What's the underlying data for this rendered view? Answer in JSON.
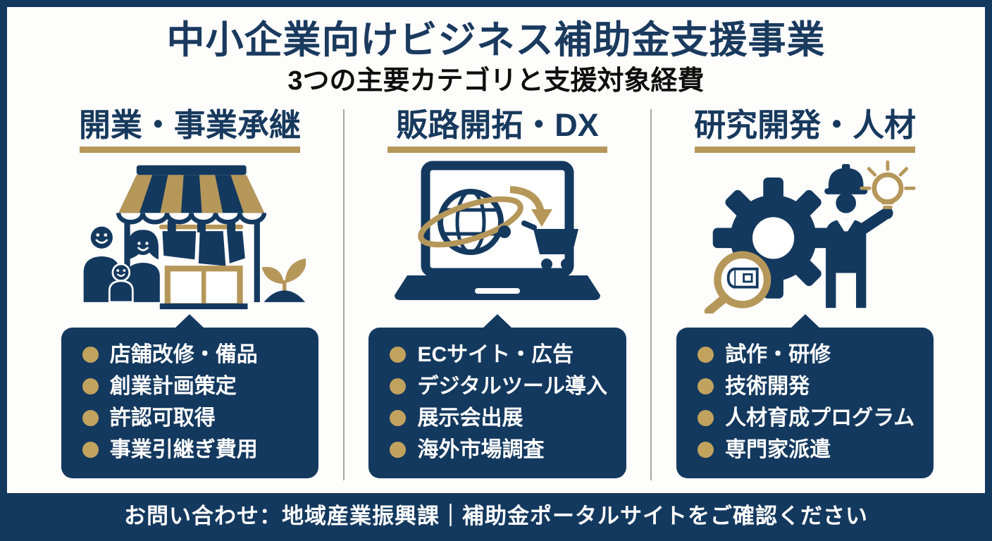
{
  "title": "中小企業向けビジネス補助金支援事業",
  "subtitle": "3つの主要カテゴリと支援対象経費",
  "columns": [
    {
      "header": "開業・事業承継",
      "icon": "storefront-family-icon",
      "items": [
        "店舗改修・備品",
        "創業計画策定",
        "許認可取得",
        "事業引継ぎ費用"
      ]
    },
    {
      "header": "販路開拓・DX",
      "icon": "laptop-globe-cart-icon",
      "items": [
        "ECサイト・広告",
        "デジタルツール導入",
        "展示会出展",
        "海外市場調査"
      ]
    },
    {
      "header": "研究開発・人材",
      "icon": "gear-engineer-icon",
      "items": [
        "試作・研修",
        "技術開発",
        "人材育成プログラム",
        "専門家派遣"
      ]
    }
  ],
  "footer": "お問い合わせ：地域産業振興課｜補助金ポータルサイトをご確認ください",
  "colors": {
    "navy": "#14395f",
    "title_navy": "#1a3a5e",
    "gold": "#b6975a",
    "bullet_gold": "#c2a35e",
    "divider_gray": "#a6a6a6",
    "text_black": "#0e0e0e",
    "white": "#ffffff"
  }
}
